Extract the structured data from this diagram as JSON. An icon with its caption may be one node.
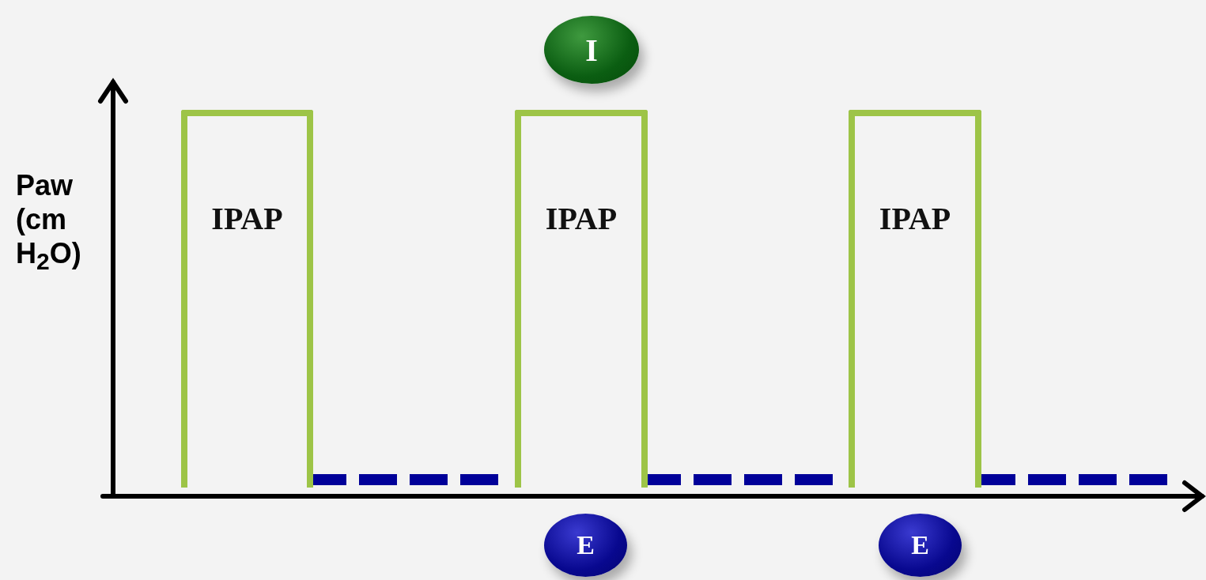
{
  "diagram": {
    "nodes": [
      {
        "text": [
          "IPAP"
        ]
      },
      {
        "text": [
          "IPAP"
        ]
      },
      {
        "text": [
          "IPAP"
        ]
      },
      {
        "text": [
          "I"
        ]
      },
      {
        "text": [
          "E"
        ]
      },
      {
        "text": [
          "E"
        ]
      }
    ],
    "labels": [
      "Paw (cm H$_{2}$O)"
    ]
  }
}
